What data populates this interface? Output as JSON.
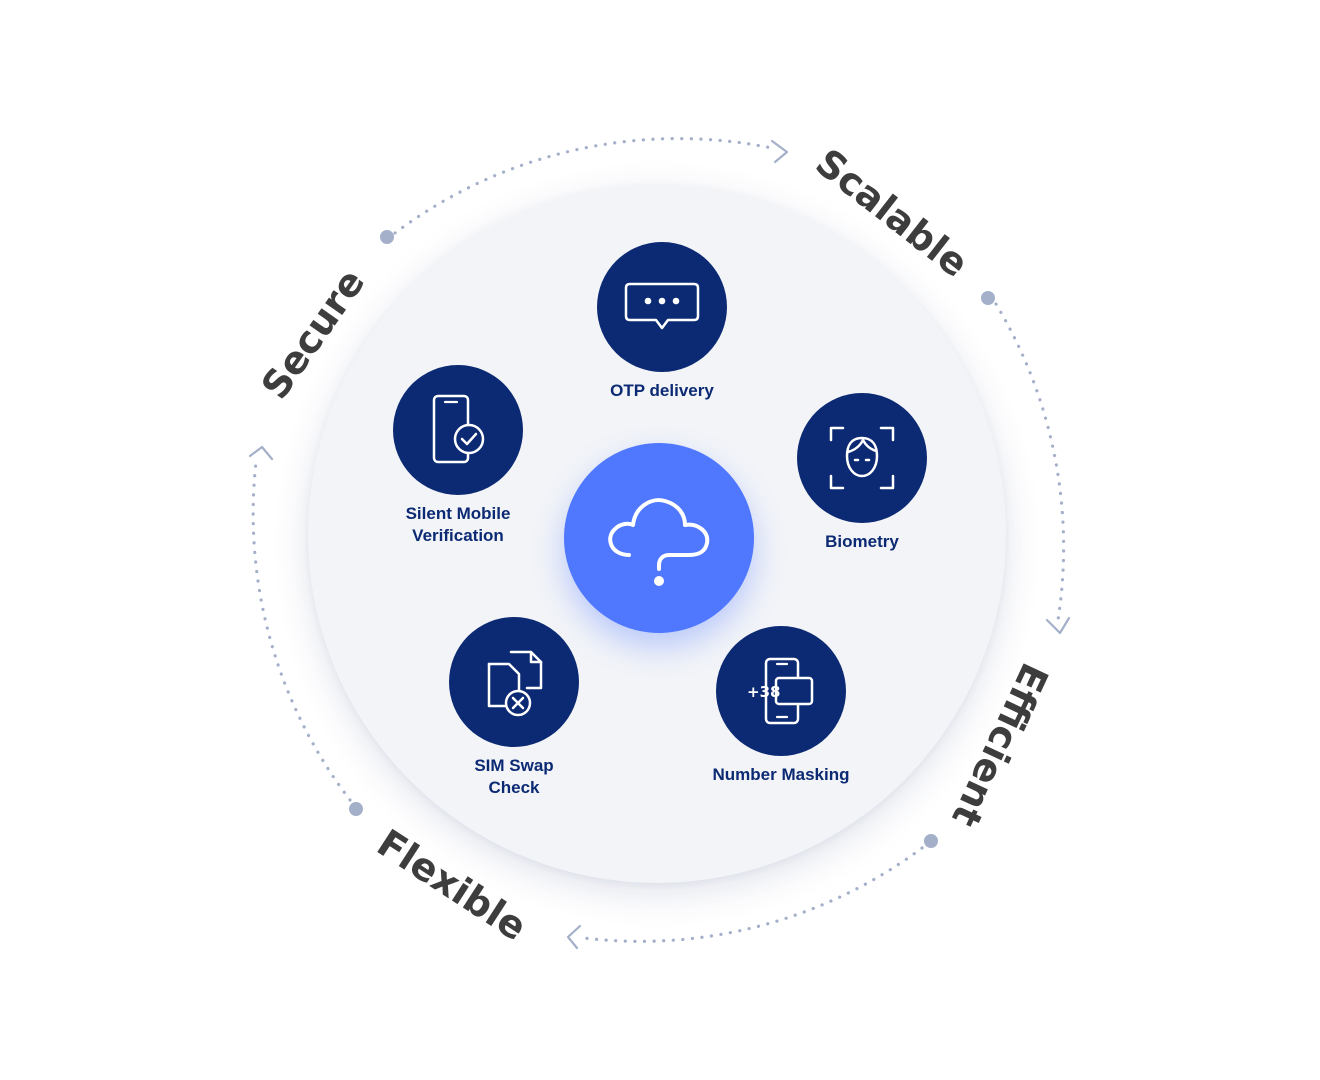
{
  "center": {
    "icon": "cloud-question-icon"
  },
  "ring_labels": {
    "scalable": "Scalable",
    "efficient": "Efficient",
    "flexible": "Flexible",
    "secure": "Secure"
  },
  "nodes": {
    "otp": {
      "label": "OTP delivery",
      "icon": "otp-message-icon"
    },
    "biometry": {
      "label": "Biometry",
      "icon": "face-scan-icon"
    },
    "number_masking": {
      "label": "Number Masking",
      "icon": "masked-number-phone-icon",
      "icon_text": "+38"
    },
    "sim_swap": {
      "label": "SIM Swap\nCheck",
      "icon": "sim-swap-cross-icon"
    },
    "silent_mobile": {
      "label": "Silent Mobile\nVerification",
      "icon": "phone-check-icon"
    }
  },
  "colors": {
    "node_fill": "#0c2a73",
    "center_fill": "#4f78ff",
    "background_disc": "#f2f4f8",
    "ring_text": "#3d3d3d",
    "ring_dots": "#a4b0c9"
  }
}
